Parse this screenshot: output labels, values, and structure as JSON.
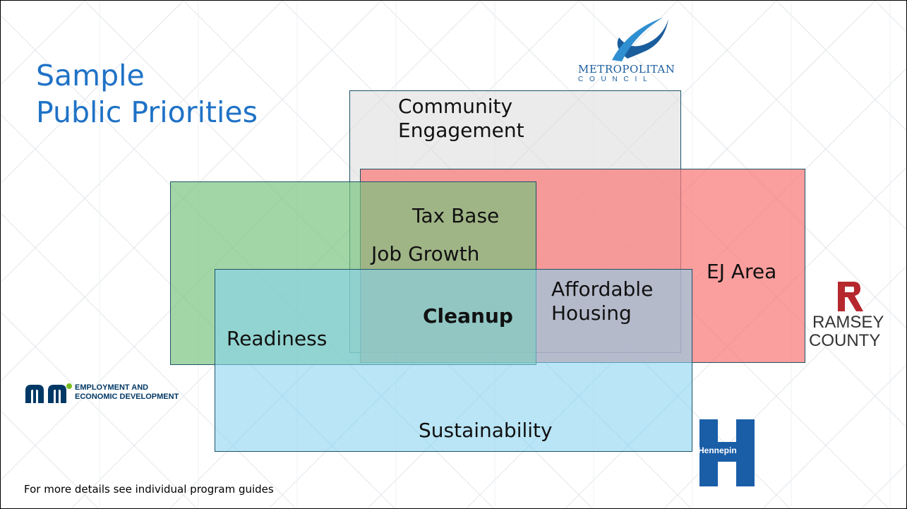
{
  "title": {
    "line1": "Sample",
    "line2": "Public Priorities"
  },
  "footer": "For more details see individual program guides",
  "diagram": {
    "boxes": [
      {
        "id": "community",
        "label_line1": "Community",
        "label_line2": "Engagement",
        "color": "#eaeaea"
      },
      {
        "id": "ej",
        "label": "EJ Area",
        "color": "#f88787"
      },
      {
        "id": "green",
        "color": "#8dcc8f"
      },
      {
        "id": "sustainability",
        "label": "Sustainability",
        "color": "#9fdcf3"
      }
    ],
    "labels": {
      "tax_base": "Tax Base",
      "job_growth": "Job Growth",
      "readiness": "Readiness",
      "cleanup": "Cleanup",
      "affordable": "Affordable",
      "housing": "Housing"
    }
  },
  "logos": {
    "met_council": {
      "name": "METROPOLITAN",
      "sub": "C O U N C I L",
      "color": "#1a5d9c"
    },
    "ramsey": {
      "line1": "RAMSEY",
      "line2": "COUNTY",
      "color": "#b5282e"
    },
    "deed": {
      "line1": "EMPLOYMENT AND",
      "line2": "ECONOMIC DEVELOPMENT",
      "color": "#003865"
    },
    "hennepin": {
      "name": "Hennepin",
      "color": "#1a5ea8"
    }
  }
}
